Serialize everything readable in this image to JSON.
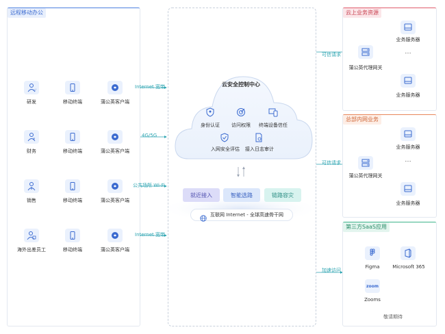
{
  "left_panel": {
    "title": "远程移动办公",
    "rows": [
      {
        "role": "研发",
        "device": "移动终端",
        "client": "蒲公英客户端",
        "link": "Internet 宽带"
      },
      {
        "role": "财务",
        "device": "移动终端",
        "client": "蒲公英客户端",
        "link": "4G/5G"
      },
      {
        "role": "销售",
        "device": "移动终端",
        "client": "蒲公英客户端",
        "link": "公共场所 Wi-Fi"
      },
      {
        "role": "海外出差员工",
        "device": "移动终端",
        "client": "蒲公英客户端",
        "link": "Internet 宽带"
      }
    ]
  },
  "center": {
    "cloud_title": "云安全控制中心",
    "features": [
      "身份认证",
      "访问权限",
      "终端设备信任",
      "入网安全评估",
      "接入日志审计"
    ],
    "buttons": [
      "就近接入",
      "智能选路",
      "链路容灾"
    ],
    "internet_label": "互联网 Internet - 全球高速骨干网"
  },
  "right_top": {
    "title": "云上业务资源",
    "access_label": "可信请求",
    "gateway": "蒲公英代理网关",
    "servers": [
      "业务服务器",
      "业务服务器"
    ],
    "ellipsis": "····"
  },
  "right_mid": {
    "title": "总部内网业务",
    "access_label": "可信请求",
    "gateway": "蒲公英代理网关",
    "servers": [
      "业务服务器",
      "业务服务器"
    ],
    "ellipsis": "····"
  },
  "right_bottom": {
    "title": "第三方SaaS应用",
    "access_label": "加速访问",
    "apps": [
      "Figma",
      "Microsoft 365",
      "Zooms"
    ],
    "zoom_logo_text": "zoom",
    "more": "敬请期待"
  },
  "colors": {
    "left_accent": "#4a7fe0",
    "right_top_accent": "#e05a6a",
    "right_mid_accent": "#e8855a",
    "right_bottom_accent": "#3bb38a",
    "connector": "#2aa3b0"
  }
}
